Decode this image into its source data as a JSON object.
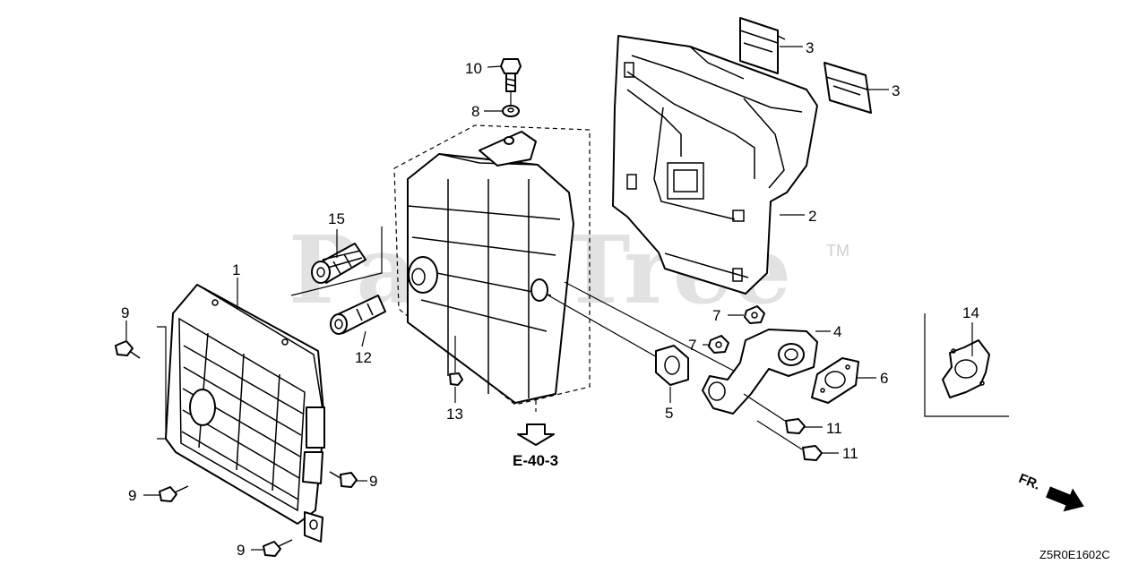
{
  "watermark": {
    "text": "PartsTree",
    "trademark": "TM"
  },
  "callouts": {
    "c1": "1",
    "c2": "2",
    "c3a": "3",
    "c3b": "3",
    "c4": "4",
    "c5": "5",
    "c6": "6",
    "c7a": "7",
    "c7b": "7",
    "c8": "8",
    "c9a": "9",
    "c9b": "9",
    "c9c": "9",
    "c9d": "9",
    "c10": "10",
    "c11a": "11",
    "c11b": "11",
    "c12": "12",
    "c13": "13",
    "c14": "14",
    "c15": "15"
  },
  "reference": {
    "label": "E-40-3"
  },
  "direction": {
    "label": "FR."
  },
  "diagram_code": "Z5R0E1602C"
}
